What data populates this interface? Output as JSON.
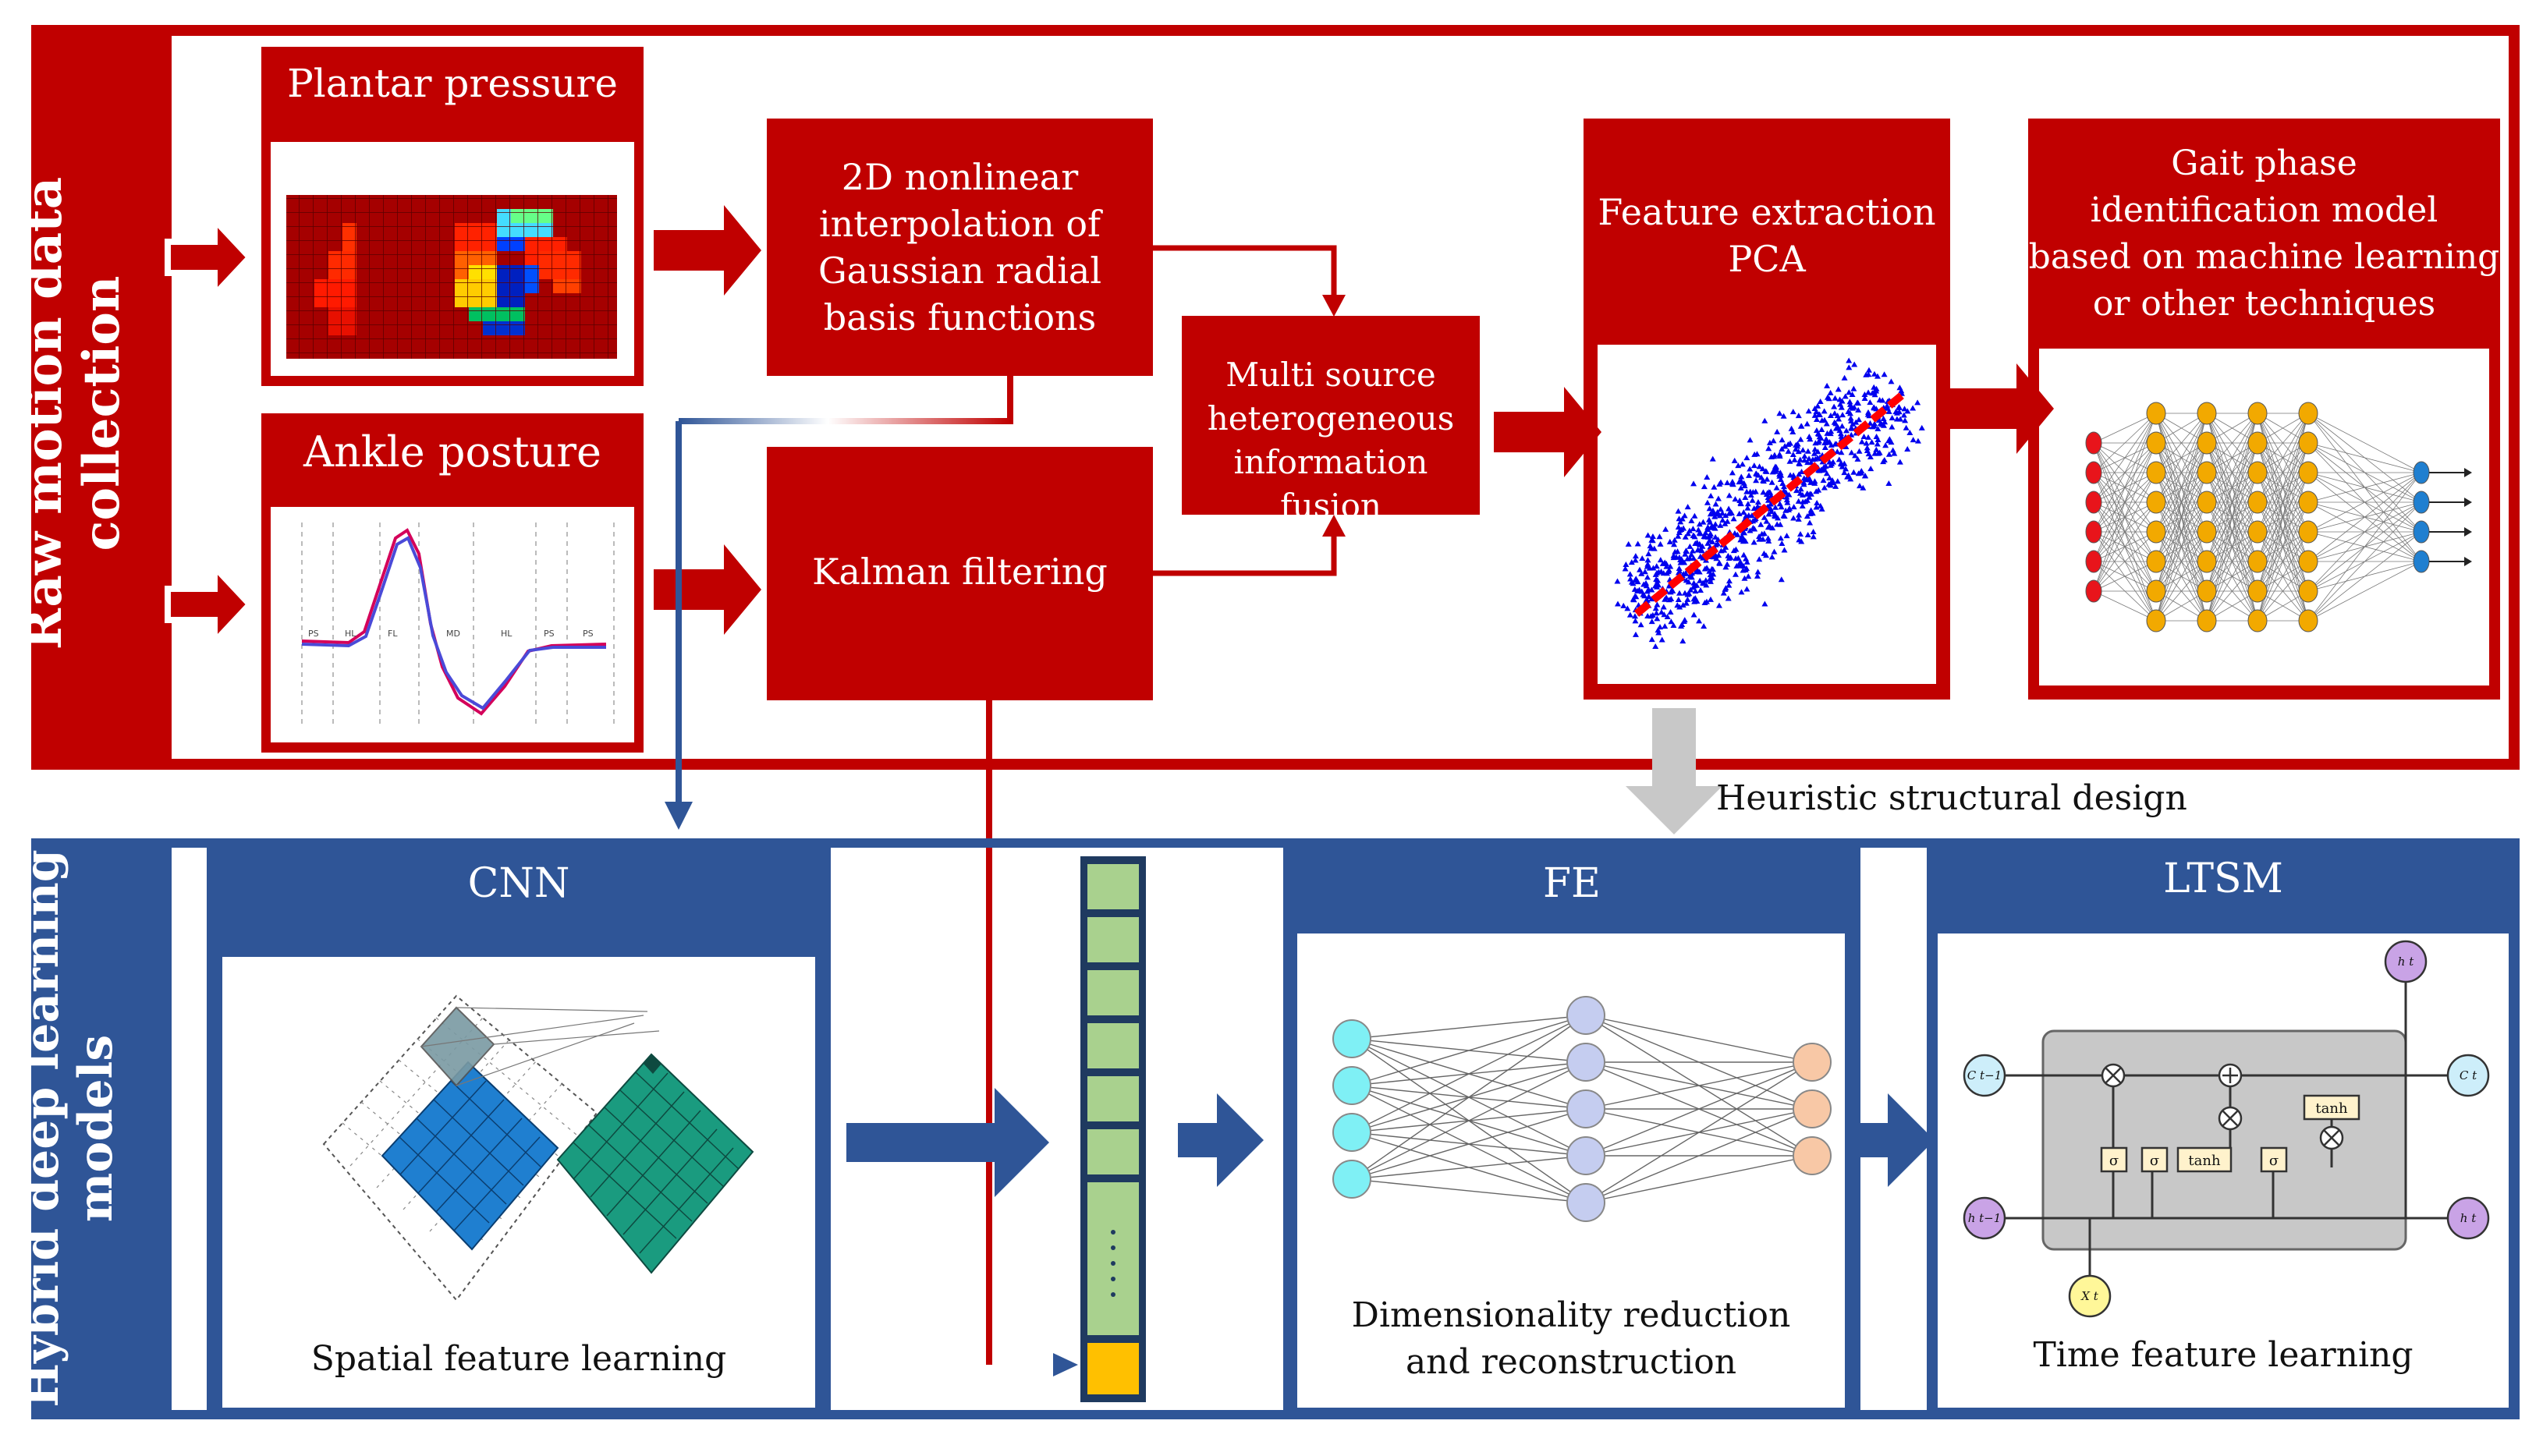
{
  "colors": {
    "red": "#c00000",
    "blue": "#2f5597",
    "gray": "#c8c8c8",
    "grid_green": "#1a9b7f",
    "grid_blue": "#1f7fd0"
  },
  "top_section": {
    "label_line1": "Raw motion data",
    "label_line2": "collection",
    "plantar": {
      "title": "Plantar pressure"
    },
    "ankle": {
      "title": "Ankle posture",
      "phase_labels": [
        "PS",
        "HL",
        "FL",
        "MD",
        "HL",
        "PS",
        "PS"
      ]
    },
    "interp": {
      "lines": [
        "2D nonlinear",
        "interpolation of",
        "Gaussian radial",
        "basis functions"
      ]
    },
    "kalman": {
      "title": "Kalman filtering"
    },
    "fusion": {
      "lines": [
        "Multi source",
        "heterogeneous",
        "information fusion"
      ]
    },
    "pca": {
      "lines": [
        "Feature extraction",
        "PCA"
      ]
    },
    "gait": {
      "lines": [
        "Gait phase",
        "identification model",
        "based on machine learning",
        "or other techniques"
      ]
    }
  },
  "connector": {
    "label": "Heuristic structural design"
  },
  "bottom_section": {
    "label_line1": "Hybrid deep learning",
    "label_line2": "models",
    "cnn": {
      "title": "CNN",
      "caption": "Spatial feature learning"
    },
    "fe": {
      "title": "FE",
      "caption_lines": [
        "Dimensionality reduction",
        "and reconstruction"
      ]
    },
    "lstm": {
      "title": "LTSM",
      "caption": "Time feature learning",
      "labels": {
        "c_prev": "C t−1",
        "c_next": "C t",
        "h_prev": "h t−1",
        "h_next": "h t",
        "h_out": "h t",
        "x_in": "X t",
        "tanh1": "tanh",
        "tanh2": "tanh",
        "sigma": "σ"
      }
    }
  }
}
